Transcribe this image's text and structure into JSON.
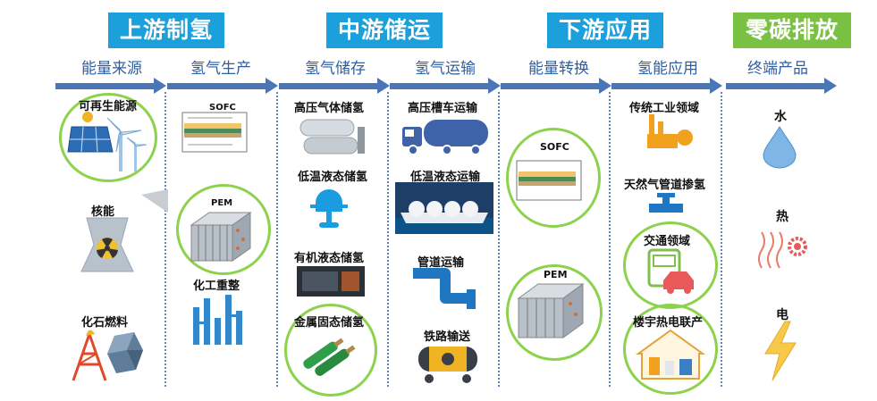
{
  "stages": [
    {
      "title": "上游制氢",
      "color": "#1ba0dc"
    },
    {
      "title": "中游储运",
      "color": "#1ba0dc"
    },
    {
      "title": "下游应用",
      "color": "#1ba0dc"
    },
    {
      "title": "零碳排放",
      "color": "#7ac143"
    }
  ],
  "sections": [
    "能量来源",
    "氢气生产",
    "氢气储存",
    "氢气运输",
    "能量转换",
    "氢能应用",
    "终端产品"
  ],
  "energy_source": {
    "renewable": "可再生能源",
    "nuclear": "核能",
    "fossil": "化石燃料"
  },
  "production": {
    "sofc": "SOFC",
    "pem": "PEM",
    "chem": "化工重整"
  },
  "storage": {
    "high_pressure": "高压气体储氢",
    "cryo": "低温液态储氢",
    "organic": "有机液态储氢",
    "metal": "金属固态储氢"
  },
  "transport": {
    "tanker": "高压槽车运输",
    "ship": "低温液态运输",
    "pipe": "管道运输",
    "rail": "铁路输送"
  },
  "conversion": {
    "sofc": "SOFC",
    "pem": "PEM"
  },
  "application": {
    "industry": "传统工业领域",
    "gas": "天然气管道掺氢",
    "traffic": "交通领域",
    "building": "楼宇热电联产"
  },
  "products": {
    "water": "水",
    "heat": "热",
    "electricity": "电"
  },
  "icons": [
    "solar-panel-icon",
    "wind-turbine-icon",
    "nuclear-plant-icon",
    "oil-derrick-icon",
    "coal-icon",
    "fuel-cell-icon",
    "stack-icon",
    "factory-icon",
    "tank-icon",
    "truck-icon",
    "ship-icon",
    "pipe-icon",
    "rail-tank-icon",
    "valve-icon",
    "bus-icon",
    "car-icon",
    "house-icon",
    "water-drop-icon",
    "heat-icon",
    "lightning-icon"
  ]
}
